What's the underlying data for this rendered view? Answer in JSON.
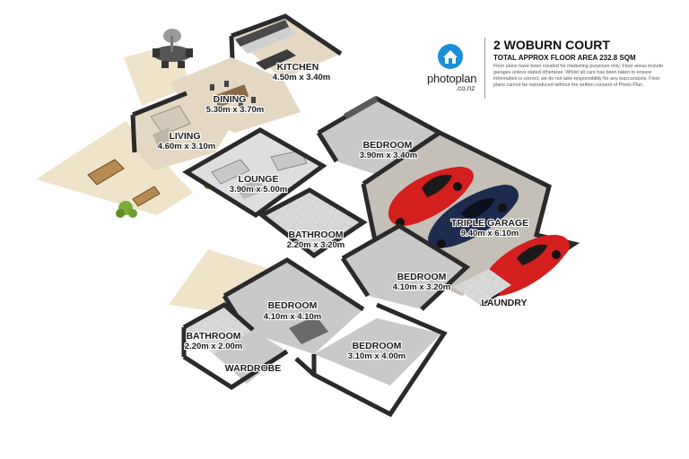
{
  "header": {
    "logo": {
      "icon": "house-pin-icon",
      "word": "photoplan",
      "domain": ".co.nz",
      "brand_color": "#1a8fd6"
    },
    "address": "2 WOBURN COURT",
    "floor_area": "TOTAL APPROX FLOOR AREA 232.8 SQM",
    "disclaimer": "Floor plans have been created for marketing purposes only. Floor areas include garages unless stated otherwise. Whilst all care has been taken to ensure information is correct, we do not take responsibility for any inaccuracies. Floor plans cannot be reproduced without the written consent of Photo Plan."
  },
  "rooms": {
    "kitchen": {
      "name": "KITCHEN",
      "dims": "4.50m x 3.40m"
    },
    "dining": {
      "name": "DINING",
      "dims": "5.30m x 3.70m"
    },
    "living": {
      "name": "LIVING",
      "dims": "4.60m x 3.10m"
    },
    "lounge": {
      "name": "LOUNGE",
      "dims": "3.90m x 5.00m"
    },
    "bedroom_top": {
      "name": "BEDROOM",
      "dims": "3.90m x 3.40m"
    },
    "garage": {
      "name": "TRIPLE GARAGE",
      "dims": "9.40m x 6.10m"
    },
    "bathroom_main": {
      "name": "BATHROOM",
      "dims": "2.20m x 3.20m"
    },
    "bedroom_mid": {
      "name": "BEDROOM",
      "dims": "4.10m x 3.20m"
    },
    "laundry": {
      "name": "LAUNDRY"
    },
    "bedroom_master": {
      "name": "BEDROOM",
      "dims": "4.10m x 4.10m"
    },
    "bathroom_ensuite": {
      "name": "BATHROOM",
      "dims": "2.20m x 2.00m"
    },
    "wardrobe": {
      "name": "WARDROBE"
    },
    "bedroom_bottom": {
      "name": "BEDROOM",
      "dims": "3.10m x 4.00m"
    }
  },
  "colors": {
    "wall": "#2a2a2a",
    "wall_side": "#5a5a5a",
    "floor_wood": "#e4d8c3",
    "floor_tile": "#d6d6d6",
    "floor_carpet": "#c9c9c9",
    "deck": "#efe3c9",
    "car_red": "#d51e1e",
    "car_navy": "#1d2b4f"
  }
}
